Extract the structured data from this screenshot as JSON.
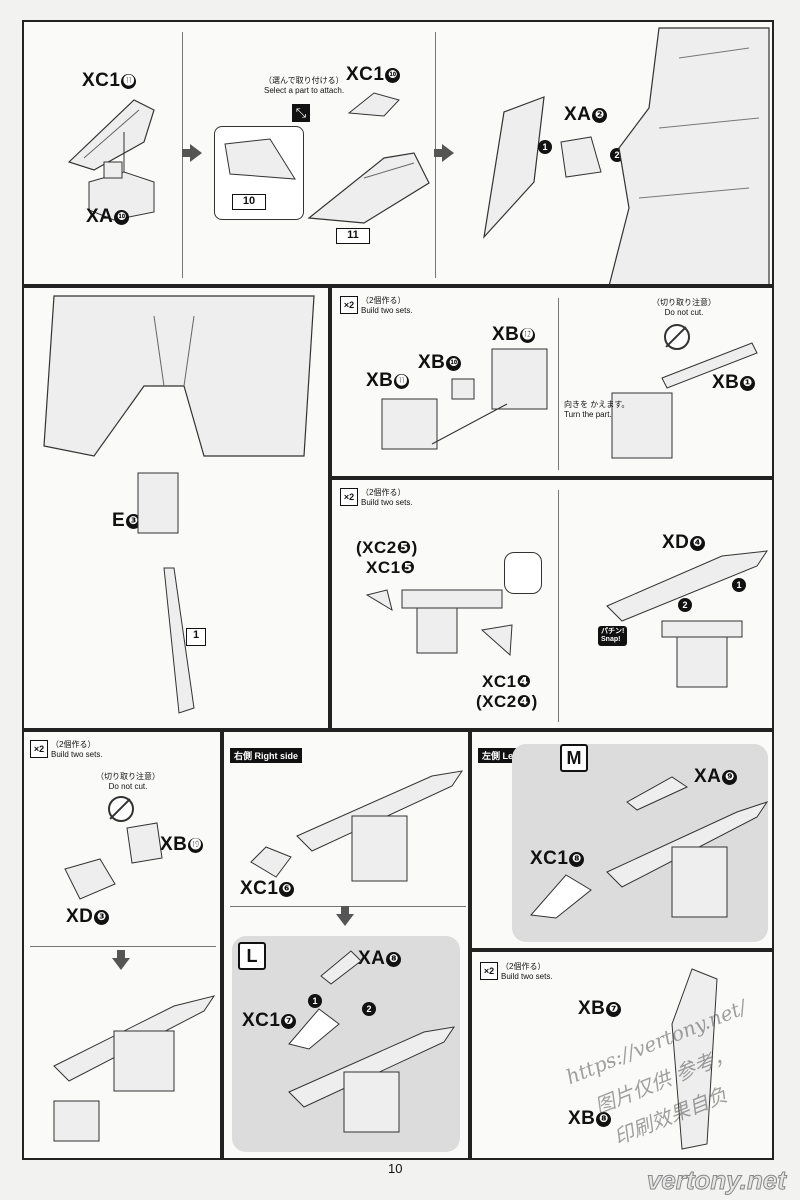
{
  "page": {
    "number": "10",
    "site": "vertony.net"
  },
  "watermark": {
    "line1": "https://vertony.net/",
    "line2": "图片仅供 参考，",
    "line3": "印刷效果自负"
  },
  "panel1": {
    "label_xc1_11": "XC1",
    "label_xa_10": "XA",
    "num_11": "⓫",
    "num_10": "❿",
    "select_jp": "（選んで取り付ける）",
    "select_en": "Select a part to attach.",
    "label_xc1_10": "XC1",
    "box_10": "10",
    "box_11": "11",
    "label_xa_2": "XA",
    "num_2": "❷",
    "step1": "1",
    "step2": "2"
  },
  "panel2": {
    "label_e3": "E",
    "num_3": "❸",
    "box_1": "1"
  },
  "panel3": {
    "x2": "×2",
    "x2_jp": "（2個作る）",
    "x2_en": "Build two sets.",
    "xb11": "XB",
    "xb10": "XB",
    "xb12": "XB",
    "xb1": "XB",
    "n11": "⓫",
    "n10": "❿",
    "n12": "⓬",
    "n1": "❶",
    "nocut_jp": "（切り取り注意）",
    "nocut_en": "Do not cut.",
    "turn_jp": "向きを かえます。",
    "turn_en": "Turn the part."
  },
  "panel4": {
    "x2": "×2",
    "x2_jp": "（2個作る）",
    "x2_en": "Build two sets.",
    "xc25": "(XC2❺)",
    "xc15": "XC1❺",
    "xc14": "XC1❹",
    "xc24": "(XC2❹)",
    "xd4": "XD",
    "n4": "❹",
    "snap_jp": "パチン!",
    "snap_en": "Snap!",
    "step1": "1",
    "step2": "2"
  },
  "panel5": {
    "x2": "×2",
    "x2_jp": "（2個作る）",
    "x2_en": "Build two sets.",
    "nocut_jp": "（切り取り注意）",
    "nocut_en": "Do not cut.",
    "xb19": "XB",
    "n19": "⓳",
    "xd3": "XD",
    "n3": "❸"
  },
  "panel6": {
    "right_side_jp": "右側",
    "right_side_en": "Right side",
    "xc16": "XC1",
    "n6": "❻",
    "letter_l": "L",
    "xa8": "XA",
    "n8": "❽",
    "xc17": "XC1",
    "n7": "❼",
    "step1": "1",
    "step2": "2"
  },
  "panel7": {
    "left_side_jp": "左側",
    "left_side_en": "Left side",
    "letter_m": "M",
    "xa9": "XA",
    "n9": "❾",
    "xc18": "XC1",
    "n8": "❽"
  },
  "panel8": {
    "x2": "×2",
    "x2_jp": "（2個作る）",
    "x2_en": "Build two sets.",
    "xb7": "XB",
    "n7": "❼",
    "xb8": "XB",
    "n8": "❽"
  }
}
